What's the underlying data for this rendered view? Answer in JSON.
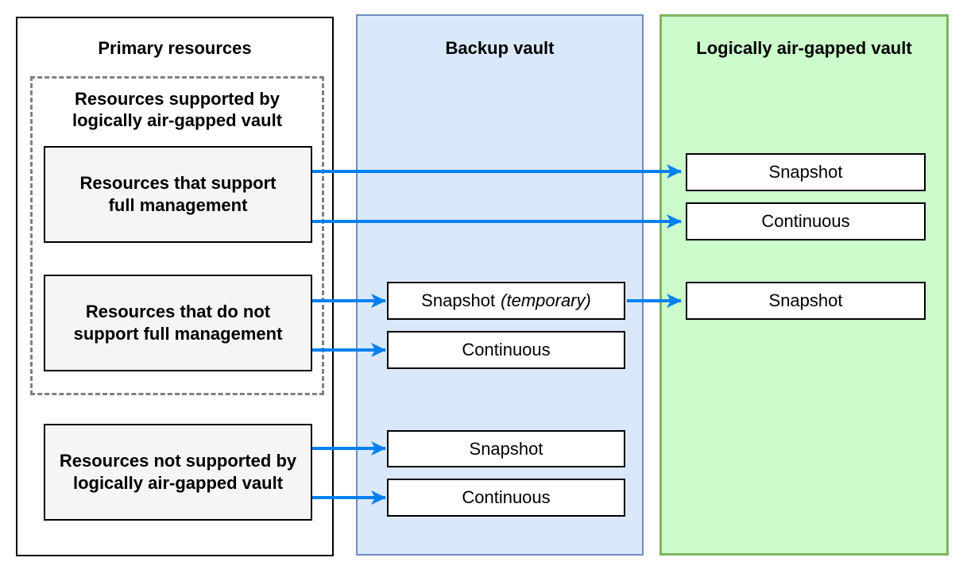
{
  "primary": {
    "title": "Primary resources",
    "group": {
      "title_lines": [
        "Resources supported by",
        "logically air-gapped vault"
      ],
      "boxes": [
        {
          "id": "full-management",
          "lines": [
            "Resources that support",
            "full management"
          ]
        },
        {
          "id": "partial-management",
          "lines": [
            "Resources that do not",
            "support full management"
          ]
        }
      ]
    },
    "unsupported": {
      "id": "not-supported",
      "lines": [
        "Resources not supported by",
        "logically air-gapped vault"
      ]
    }
  },
  "backup_vault": {
    "title": "Backup vault",
    "boxes": [
      {
        "label": "Snapshot",
        "suffix_italic": "(temporary)"
      },
      {
        "label": "Continuous"
      },
      {
        "label": "Snapshot"
      },
      {
        "label": "Continuous"
      }
    ]
  },
  "airgap_vault": {
    "title": "Logically air-gapped vault",
    "boxes": [
      {
        "label": "Snapshot"
      },
      {
        "label": "Continuous"
      },
      {
        "label": "Snapshot"
      }
    ]
  },
  "arrows": [
    {
      "from": "primary/full-management",
      "to": "airgap-vault/snapshot"
    },
    {
      "from": "primary/full-management",
      "to": "airgap-vault/continuous"
    },
    {
      "from": "primary/partial-management",
      "to": "backup-vault/snapshot-temporary"
    },
    {
      "from": "primary/partial-management",
      "to": "backup-vault/continuous-1"
    },
    {
      "from": "backup-vault/snapshot-temporary",
      "to": "airgap-vault/snapshot-2"
    },
    {
      "from": "primary/not-supported",
      "to": "backup-vault/snapshot-2"
    },
    {
      "from": "primary/not-supported",
      "to": "backup-vault/continuous-2"
    }
  ],
  "colors": {
    "arrow": "#0080f0",
    "backup_vault_fill": "#dae8fc",
    "backup_vault_border": "#6c8ebf",
    "airgap_vault_fill": "#ccfbcc",
    "airgap_vault_border": "#7db35e",
    "resource_box_fill": "#f5f5f5",
    "box_border": "#000000",
    "dashed_group_border": "#808080"
  }
}
